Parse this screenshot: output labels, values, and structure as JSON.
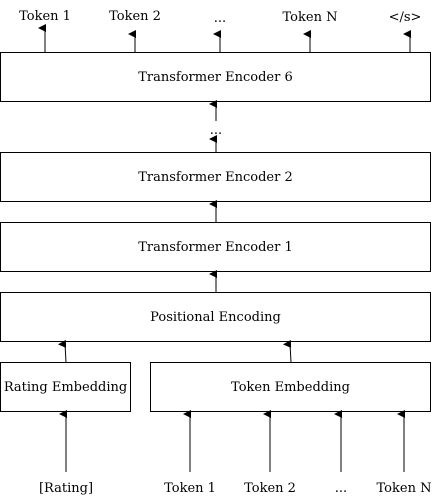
{
  "output_tokens": [
    "Token 1",
    "Token 2",
    "...",
    "Token N",
    "</s>"
  ],
  "encoder_6": "Transformer Encoder 6",
  "ellipsis": "...",
  "encoder_2": "Transformer Encoder 2",
  "encoder_1": "Transformer Encoder 1",
  "positional_encoding": "Positional Encoding",
  "rating_embedding": "Rating Embedding",
  "token_embedding": "Token Embedding",
  "input_labels": [
    "[Rating]",
    "Token 1",
    "Token 2",
    "...",
    "Token N"
  ]
}
